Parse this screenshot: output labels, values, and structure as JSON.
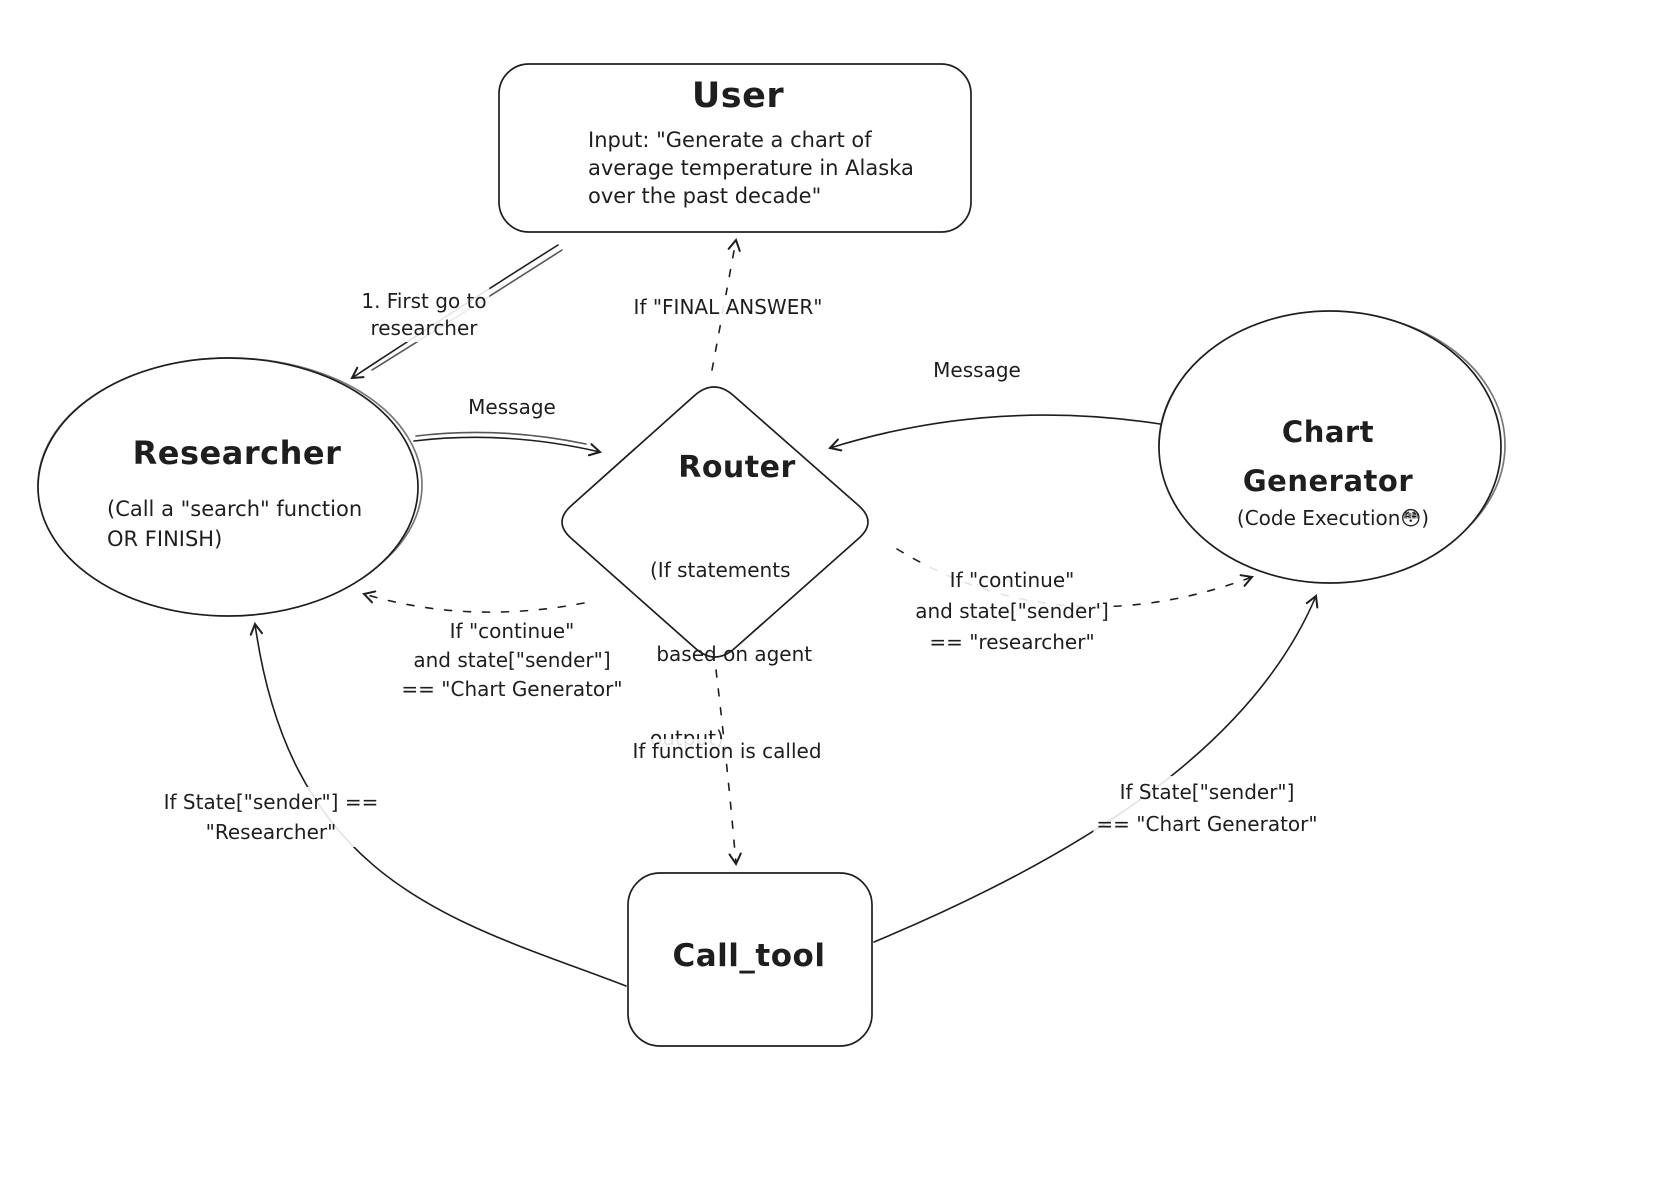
{
  "colors": {
    "background": "#ffffff",
    "ink": "#1e1e1e"
  },
  "nodes": {
    "user": {
      "title": "User",
      "input_lines": [
        "Input: \"Generate a chart of",
        "average temperature in Alaska",
        "over the past decade\""
      ]
    },
    "researcher": {
      "title": "Researcher",
      "subtitle_lines": [
        "(Call a \"search\" function",
        "OR FINISH)"
      ]
    },
    "router": {
      "title": "Router",
      "subtitle_lines": [
        "(If statements",
        " based on agent",
        "output)"
      ]
    },
    "chart_generator": {
      "title_lines": [
        "Chart",
        "Generator"
      ],
      "subtitle": "(Code Execution😳)"
    },
    "call_tool": {
      "title": "Call_tool"
    }
  },
  "edge_labels": {
    "first_go_to_researcher": [
      "1. First go to",
      "researcher"
    ],
    "final_answer": "If \"FINAL ANSWER\"",
    "message_left": "Message",
    "message_right": "Message",
    "continue_chart_generator": [
      "If \"continue\"",
      "and state[\"sender\"]",
      "== \"Chart Generator\""
    ],
    "continue_researcher": [
      "If \"continue\"",
      "and state[\"sender']",
      "== \"researcher\""
    ],
    "function_called": "If function is called",
    "state_researcher": [
      "If State[\"sender\"] ==",
      "\"Researcher\""
    ],
    "state_chart_generator": [
      "If State[\"sender\"]",
      "== \"Chart Generator\""
    ]
  }
}
